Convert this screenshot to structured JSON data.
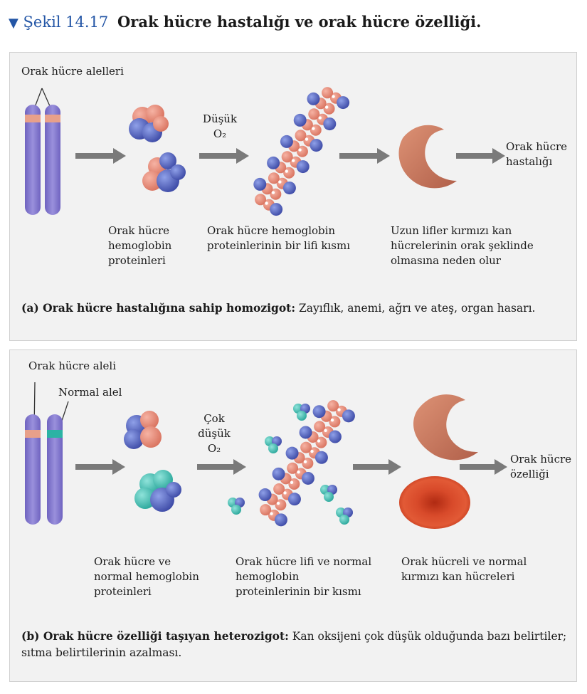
{
  "header": {
    "figure_number": "Şekil 14.17",
    "title": "Orak hücre hastalığı ve orak hücre özelliği."
  },
  "panel_a": {
    "allele_label": "Orak hücre alelleri",
    "oxygen_label": "Düşük\nO₂",
    "outcome_label": "Orak hücre\nhastalığı",
    "protein_caption": "Orak hücre\nhemoglobin\nproteinleri",
    "fiber_caption": "Orak hücre hemoglobin\nproteinlerinin bir lifi kısmı",
    "cell_caption": "Uzun lifler kırmızı kan\nhücrelerinin orak şeklinde\nolmasına neden olur",
    "summary_bold": "(a) Orak hücre hastalığına sahip homozigot:",
    "summary_text": " Zayıflık, anemi, ağrı ve ateş, organ hasarı."
  },
  "panel_b": {
    "allele_label": "Orak hücre aleli",
    "normal_allele_label": "Normal alel",
    "oxygen_label": "Çok\ndüşük\nO₂",
    "outcome_label": "Orak hücre\nözelliği",
    "protein_caption": "Orak hücre ve\nnormal hemoglobin\nproteinleri",
    "fiber_caption": "Orak hücre lifi ve normal\nhemoglobin\nproteinlerinin bir kısmı",
    "cell_caption": "Orak hücreli ve normal\nkırmızı kan hücreleri",
    "summary_bold": "(b) Orak hücre özelliği taşıyan heterozigot:",
    "summary_text": " Kan oksijeni çok düşük olduğunda bazı belirtiler; sıtma belirtilerinin azalması."
  },
  "colors": {
    "accent_blue": "#2456a6",
    "chromosome": "#8a7fd0",
    "sickle_band": "#e8a08a",
    "normal_band": "#2bb3a4",
    "sickle_protein": "#e88c7a",
    "globin_blue": "#5568c0",
    "normal_protein": "#49c2b8",
    "sickle_cell": "#c9795e",
    "normal_cell": "#d23a1e",
    "arrow": "#7a7a7a"
  }
}
